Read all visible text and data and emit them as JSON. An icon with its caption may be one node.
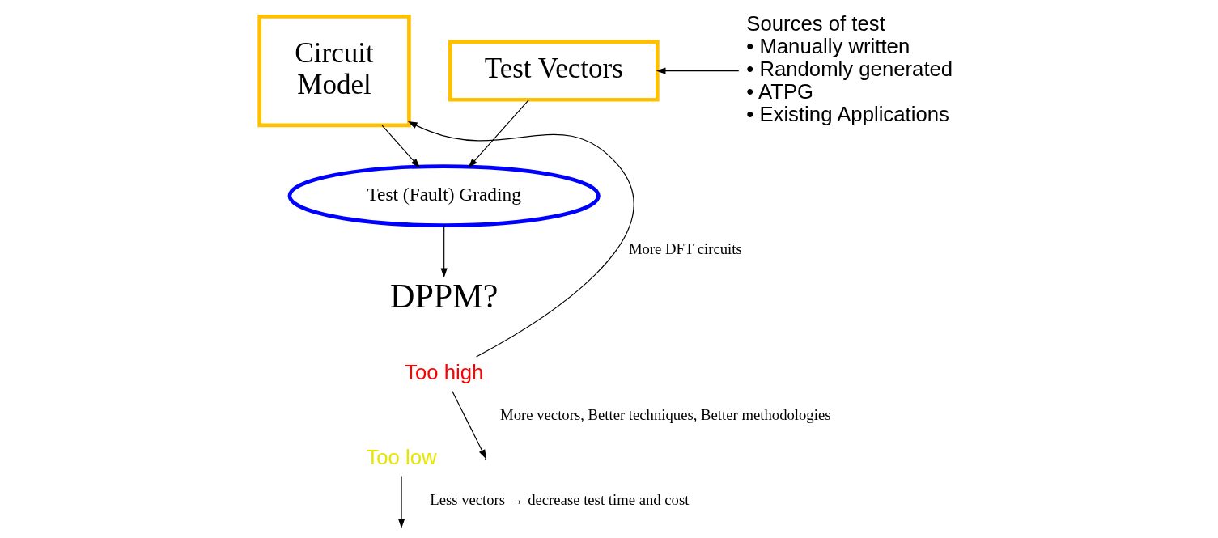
{
  "diagram": {
    "nodes": [
      {
        "text": [
          "Circuit Model"
        ]
      },
      {
        "text": [
          "Test Vectors"
        ]
      },
      {
        "text": [
          "Sources of test",
          "• Manually written",
          "• Randomly generated",
          "• ATPG",
          "• Existing Applications"
        ]
      },
      {
        "text": [
          "Test (Fault) Grading"
        ]
      },
      {
        "text": [
          "DPPM?"
        ]
      },
      {
        "text": [
          "Too high"
        ]
      },
      {
        "text": [
          "Too low"
        ]
      }
    ],
    "edges": [
      {
        "from": 2,
        "to": 1,
        "arrow": "to"
      },
      {
        "from": 0,
        "to": 3,
        "arrow": "to"
      },
      {
        "from": 1,
        "to": 3,
        "arrow": "to"
      },
      {
        "from": 3,
        "to": 4,
        "arrow": "to"
      },
      {
        "from": 5,
        "to": 0,
        "arrow": "to",
        "label": "More DFT circuits"
      },
      {
        "from": 5,
        "to": null,
        "arrow": "to",
        "label": "More vectors, Better techniques, Better methodologies"
      },
      {
        "from": 6,
        "to": null,
        "arrow": "to",
        "label": "Less vectors → decrease test time and cost"
      }
    ]
  }
}
